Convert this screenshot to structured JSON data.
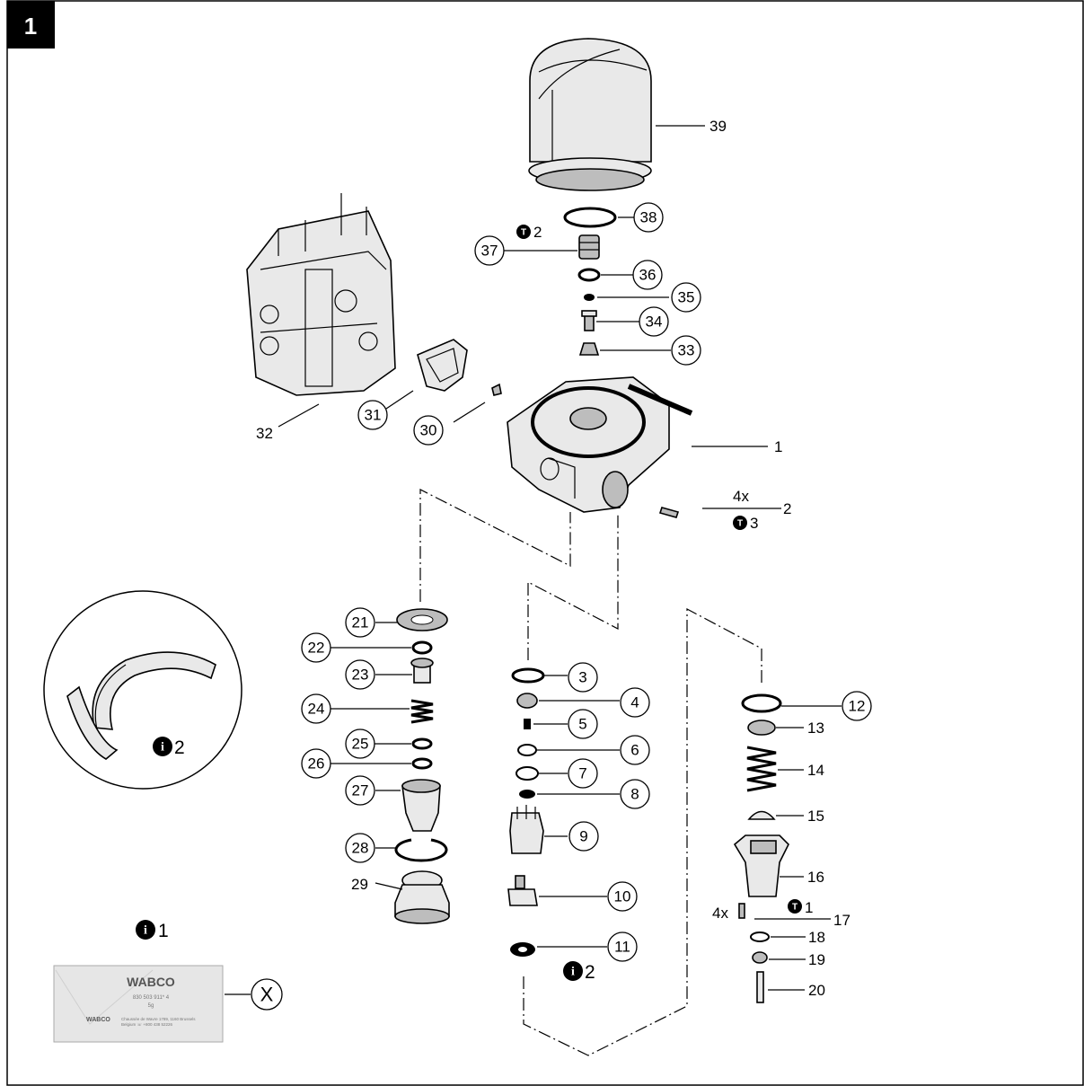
{
  "figure_number": "1",
  "callouts": [
    {
      "id": "c3",
      "text": "3"
    },
    {
      "id": "c4",
      "text": "4"
    },
    {
      "id": "c5",
      "text": "5"
    },
    {
      "id": "c6",
      "text": "6"
    },
    {
      "id": "c7",
      "text": "7"
    },
    {
      "id": "c8",
      "text": "8"
    },
    {
      "id": "c9",
      "text": "9"
    },
    {
      "id": "c10",
      "text": "10"
    },
    {
      "id": "c11",
      "text": "11"
    },
    {
      "id": "c12",
      "text": "12"
    },
    {
      "id": "c21",
      "text": "21"
    },
    {
      "id": "c22",
      "text": "22"
    },
    {
      "id": "c23",
      "text": "23"
    },
    {
      "id": "c24",
      "text": "24"
    },
    {
      "id": "c25",
      "text": "25"
    },
    {
      "id": "c26",
      "text": "26"
    },
    {
      "id": "c27",
      "text": "27"
    },
    {
      "id": "c28",
      "text": "28"
    },
    {
      "id": "c30",
      "text": "30"
    },
    {
      "id": "c31",
      "text": "31"
    },
    {
      "id": "c33",
      "text": "33"
    },
    {
      "id": "c34",
      "text": "34"
    },
    {
      "id": "c35",
      "text": "35"
    },
    {
      "id": "c36",
      "text": "36"
    },
    {
      "id": "c37",
      "text": "37"
    },
    {
      "id": "c38",
      "text": "38"
    },
    {
      "id": "cX",
      "text": "X"
    }
  ],
  "plain_labels": [
    {
      "id": "p1",
      "text": "1"
    },
    {
      "id": "p2",
      "text": "2"
    },
    {
      "id": "p13",
      "text": "13"
    },
    {
      "id": "p14",
      "text": "14"
    },
    {
      "id": "p15",
      "text": "15"
    },
    {
      "id": "p16",
      "text": "16"
    },
    {
      "id": "p17",
      "text": "17"
    },
    {
      "id": "p18",
      "text": "18"
    },
    {
      "id": "p19",
      "text": "19"
    },
    {
      "id": "p20",
      "text": "20"
    },
    {
      "id": "p29",
      "text": "29"
    },
    {
      "id": "p32",
      "text": "32"
    },
    {
      "id": "p39",
      "text": "39"
    }
  ],
  "quantities": {
    "q2": "4x",
    "q17": "4x"
  },
  "torque_refs": {
    "t37": "2",
    "t2": "3",
    "t16": "1"
  },
  "info_refs": {
    "i_inset": "2",
    "i_11": "2",
    "i_sachet": "1"
  },
  "sachet_text": {
    "brand": "WABCO",
    "part_no": "830 503 911* 4",
    "weight": "5g",
    "footer_brand": "WABCO",
    "footer_address": "Chaussée de Wavre 1789, 1160 Brussels",
    "footer_phone": "Belgium ☏ +800 438 52226"
  }
}
